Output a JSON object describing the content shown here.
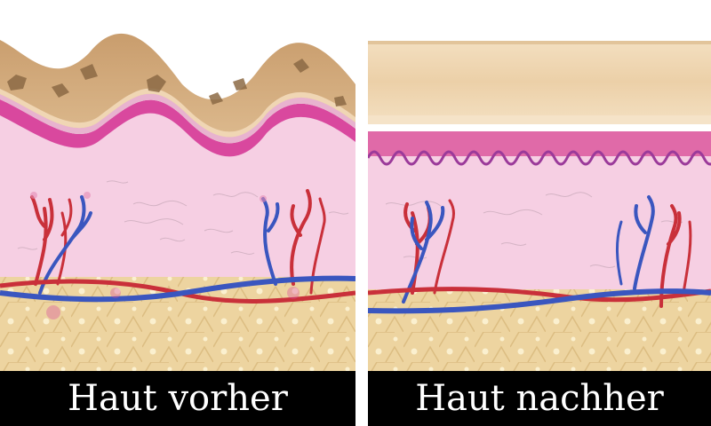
{
  "colors": {
    "background": "#ffffff",
    "caption_bar": "#000000",
    "caption_text": "#ffffff",
    "epidermis_outer": "#d4ad7f",
    "pigment_spots": "#8c6a45",
    "basal_layer": "#d9489e",
    "dermis": "#f6cfe3",
    "fat": "#edd4a0",
    "artery": "#c9303a",
    "vein": "#3a56bf"
  },
  "panels": [
    {
      "id": "before",
      "caption": "Haut vorher",
      "icon": "wrinkled-skin-cross-section"
    },
    {
      "id": "after",
      "caption": "Haut nachher",
      "icon": "smooth-skin-cross-section"
    }
  ]
}
